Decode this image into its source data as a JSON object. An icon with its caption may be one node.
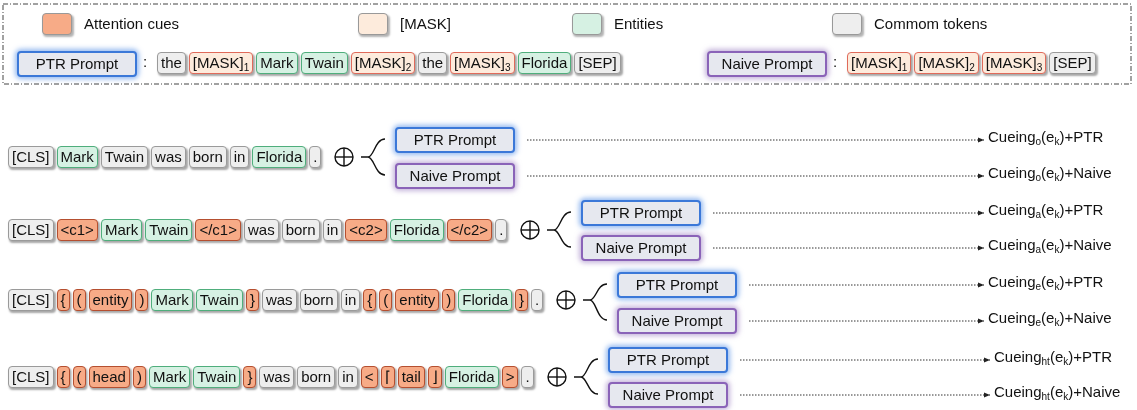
{
  "diagram": {
    "nodes": [
      {
        "text": [
          "PTR Prompt"
        ]
      },
      {
        "text": [
          "the"
        ]
      },
      {
        "text": [
          "[MASK]$_{1}$"
        ]
      },
      {
        "text": [
          "Mark"
        ]
      },
      {
        "text": [
          "Twain"
        ]
      },
      {
        "text": [
          "[MASK]$_{2}$"
        ]
      },
      {
        "text": [
          "the"
        ]
      },
      {
        "text": [
          "[MASK]$_{3}$"
        ]
      },
      {
        "text": [
          "Florida"
        ]
      },
      {
        "text": [
          "[SEP]"
        ]
      },
      {
        "text": [
          "Naive Prompt"
        ]
      },
      {
        "text": [
          "[MASK]$_{1}$"
        ]
      },
      {
        "text": [
          "[MASK]$_{2}$"
        ]
      },
      {
        "text": [
          "[MASK]$_{3}$"
        ]
      },
      {
        "text": [
          "[SEP]"
        ]
      },
      {
        "text": [
          "[CLS]"
        ]
      },
      {
        "text": [
          "Mark"
        ]
      },
      {
        "text": [
          "Twain"
        ]
      },
      {
        "text": [
          "was"
        ]
      },
      {
        "text": [
          "born"
        ]
      },
      {
        "text": [
          "in"
        ]
      },
      {
        "text": [
          "Florida"
        ]
      },
      {
        "text": [
          "."
        ]
      },
      {
        "text": [
          "PTR Prompt"
        ]
      },
      {
        "text": [
          "Naive Prompt"
        ]
      },
      {
        "text": [
          "Cueing$_{o}$(e$_{k}$)+PTR"
        ]
      },
      {
        "text": [
          "Cueing$_{o}$(e$_{k}$)+Naive"
        ]
      },
      {
        "text": [
          "[CLS]"
        ]
      },
      {
        "text": [
          "<c1>"
        ]
      },
      {
        "text": [
          "Mark"
        ]
      },
      {
        "text": [
          "Twain"
        ]
      },
      {
        "text": [
          "</c1>"
        ]
      },
      {
        "text": [
          "was"
        ]
      },
      {
        "text": [
          "born"
        ]
      },
      {
        "text": [
          "in"
        ]
      },
      {
        "text": [
          "<c2>"
        ]
      },
      {
        "text": [
          "Florida"
        ]
      },
      {
        "text": [
          "</c2>"
        ]
      },
      {
        "text": [
          "."
        ]
      },
      {
        "text": [
          "PTR Prompt"
        ]
      },
      {
        "text": [
          "Naive Prompt"
        ]
      },
      {
        "text": [
          "Cueing$_{a}$(e$_{k}$)+PTR"
        ]
      },
      {
        "text": [
          "Cueing$_{a}$(e$_{k}$)+Naive"
        ]
      },
      {
        "text": [
          "[CLS]"
        ]
      },
      {
        "text": [
          "{"
        ]
      },
      {
        "text": [
          "("
        ]
      },
      {
        "text": [
          "entity"
        ]
      },
      {
        "text": [
          ")"
        ]
      },
      {
        "text": [
          "Mark"
        ]
      },
      {
        "text": [
          "Twain"
        ]
      },
      {
        "text": [
          "}"
        ]
      },
      {
        "text": [
          "was"
        ]
      },
      {
        "text": [
          "born"
        ]
      },
      {
        "text": [
          "in"
        ]
      },
      {
        "text": [
          "{"
        ]
      },
      {
        "text": [
          "("
        ]
      },
      {
        "text": [
          "entity"
        ]
      },
      {
        "text": [
          ")"
        ]
      },
      {
        "text": [
          "Florida"
        ]
      },
      {
        "text": [
          "}"
        ]
      },
      {
        "text": [
          "."
        ]
      },
      {
        "text": [
          "PTR Prompt"
        ]
      },
      {
        "text": [
          "Naive Prompt"
        ]
      },
      {
        "text": [
          "Cueing$_{e}$(e$_{k}$)+PTR"
        ]
      },
      {
        "text": [
          "Cueing$_{e}$(e$_{k}$)+Naive"
        ]
      },
      {
        "text": [
          "[CLS]"
        ]
      },
      {
        "text": [
          "{"
        ]
      },
      {
        "text": [
          "("
        ]
      },
      {
        "text": [
          "head"
        ]
      },
      {
        "text": [
          ")"
        ]
      },
      {
        "text": [
          "Mark"
        ]
      },
      {
        "text": [
          "Twain"
        ]
      },
      {
        "text": [
          "}"
        ]
      },
      {
        "text": [
          "was"
        ]
      },
      {
        "text": [
          "born"
        ]
      },
      {
        "text": [
          "in"
        ]
      },
      {
        "text": [
          "<"
        ]
      },
      {
        "text": [
          "⌈"
        ]
      },
      {
        "text": [
          "tail"
        ]
      },
      {
        "text": [
          "⌋"
        ]
      },
      {
        "text": [
          "Florida"
        ]
      },
      {
        "text": [
          ">"
        ]
      },
      {
        "text": [
          "."
        ]
      },
      {
        "text": [
          "PTR Prompt"
        ]
      },
      {
        "text": [
          "Naive Prompt"
        ]
      },
      {
        "text": [
          "Cueing$_{ht}$(e$_{k}$)+PTR"
        ]
      },
      {
        "text": [
          "Cueing$_{ht}$(e$_{k}$)+Naive"
        ]
      }
    ],
    "edges": [
      {
        "from": 23,
        "to": 25,
        "arrow": "to"
      },
      {
        "from": 24,
        "to": 26,
        "arrow": "to"
      },
      {
        "from": 39,
        "to": 41,
        "arrow": "to"
      },
      {
        "from": 40,
        "to": 42,
        "arrow": "to"
      },
      {
        "from": 61,
        "to": 63,
        "arrow": "to"
      },
      {
        "from": 62,
        "to": 64,
        "arrow": "to"
      },
      {
        "from": 83,
        "to": 85,
        "arrow": "to"
      },
      {
        "from": 84,
        "to": 86,
        "arrow": "to"
      }
    ],
    "labels": [
      ":",
      ":"
    ],
    "legend": [
      {
        "text": "Attention cues",
        "color": "#f7ab87"
      },
      {
        "text": "[MASK]",
        "color": "#fdebdc"
      },
      {
        "text": "Entities",
        "color": "#d6f1e3"
      },
      {
        "text": "Commom tokens",
        "color": "#eeeeee"
      }
    ]
  }
}
